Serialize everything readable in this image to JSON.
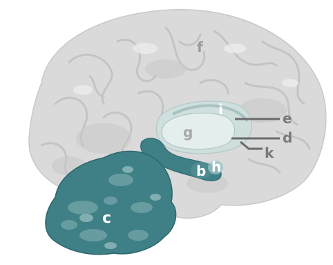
{
  "labels": {
    "b": "b",
    "c": "c",
    "d": "d",
    "e": "e",
    "f": "f",
    "g": "g",
    "h": "h",
    "i": "i",
    "k": "k"
  },
  "colors": {
    "cortex_fill": "#d9d9d9",
    "cortex_shadow": "#c4c4c4",
    "cortex_highlight": "#ececec",
    "cerebellum": "#3f7f86",
    "cerebellum_light": "#6ea2a6",
    "cerebellum_pale": "#9cc3c5",
    "limbic": "#c8dcdc",
    "leader_line": "#6a6a6a",
    "label_light": "#f4f4f4",
    "label_dark": "#7a7a7a"
  }
}
